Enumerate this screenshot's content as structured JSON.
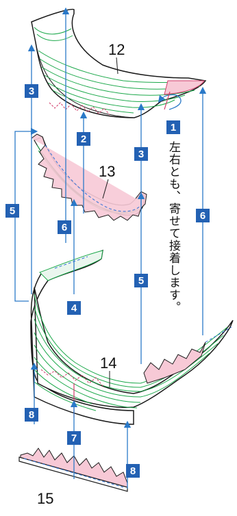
{
  "colors": {
    "outline": "#1a1a1a",
    "plank_line": "#1ba84a",
    "hull_fill": "#ffffff",
    "edge_fill": "#f7c9d6",
    "edge_line": "#d23c6a",
    "arrow": "#2a79c8",
    "badge_fill": "#2361b3",
    "dashed": "#2d6fd6"
  },
  "parts": [
    {
      "id": "part-12",
      "label": "12"
    },
    {
      "id": "part-13",
      "label": "13"
    },
    {
      "id": "part-14",
      "label": "14"
    },
    {
      "id": "part-15",
      "label": "15"
    }
  ],
  "steps": [
    {
      "id": "step-1",
      "label": "1"
    },
    {
      "id": "step-2",
      "label": "2"
    },
    {
      "id": "step-3a",
      "label": "3"
    },
    {
      "id": "step-3b",
      "label": "3"
    },
    {
      "id": "step-4",
      "label": "4"
    },
    {
      "id": "step-5a",
      "label": "5"
    },
    {
      "id": "step-5b",
      "label": "5"
    },
    {
      "id": "step-6a",
      "label": "6"
    },
    {
      "id": "step-6b",
      "label": "6"
    },
    {
      "id": "step-7",
      "label": "7"
    },
    {
      "id": "step-8a",
      "label": "8"
    },
    {
      "id": "step-8b",
      "label": "8"
    }
  ],
  "note": "左右とも、寄せて接着します。"
}
